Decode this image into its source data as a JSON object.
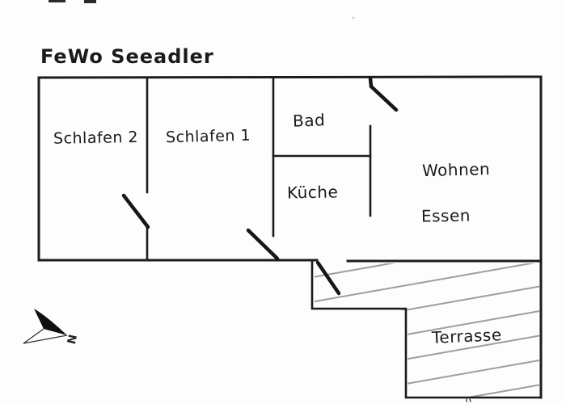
{
  "title": "FeWo Seeadler",
  "rooms": {
    "schlafen2": {
      "label": "Schlafen 2"
    },
    "schlafen1": {
      "label": "Schlafen 1"
    },
    "bad": {
      "label": "Bad"
    },
    "kueche": {
      "label": "Küche"
    },
    "wohnen_essen": {
      "line1": "Wohnen",
      "line2": "Essen"
    },
    "terrasse": {
      "label": "Terrasse"
    }
  },
  "compass": {
    "north_label": "N"
  },
  "colors": {
    "wall_ink": "#1c1c1c",
    "hatch_gray": "#9e9e9e",
    "paper": "#fdfdfd"
  }
}
